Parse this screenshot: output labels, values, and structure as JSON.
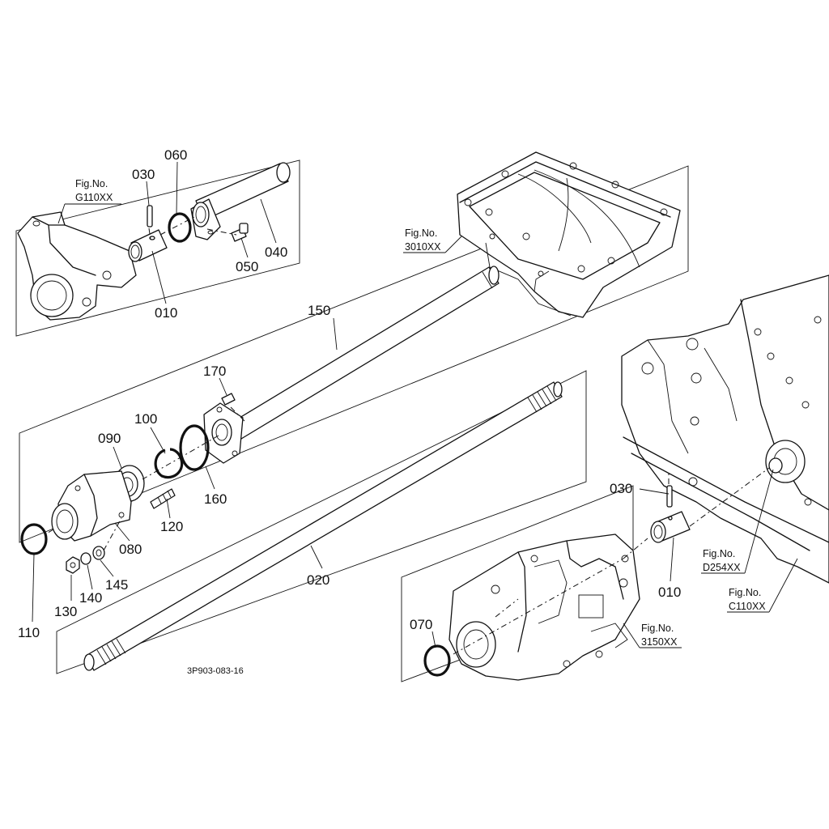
{
  "part_labels": {
    "p030a": "030",
    "p060": "060",
    "p040": "040",
    "p050": "050",
    "p010a": "010",
    "p150": "150",
    "p170": "170",
    "p100": "100",
    "p090": "090",
    "p160": "160",
    "p120": "120",
    "p080": "080",
    "p110": "110",
    "p130": "130",
    "p140": "140",
    "p145": "145",
    "p020": "020",
    "p030b": "030",
    "p010b": "010",
    "p070": "070"
  },
  "fig_refs": {
    "g110": {
      "title": "Fig.No.",
      "code": "G110XX"
    },
    "f3010": {
      "title": "Fig.No.",
      "code": "3010XX"
    },
    "d254": {
      "title": "Fig.No.",
      "code": "D254XX"
    },
    "c110": {
      "title": "Fig.No.",
      "code": "C110XX"
    },
    "f3150": {
      "title": "Fig.No.",
      "code": "3150XX"
    }
  },
  "drawing_code": "3P903-083-16"
}
